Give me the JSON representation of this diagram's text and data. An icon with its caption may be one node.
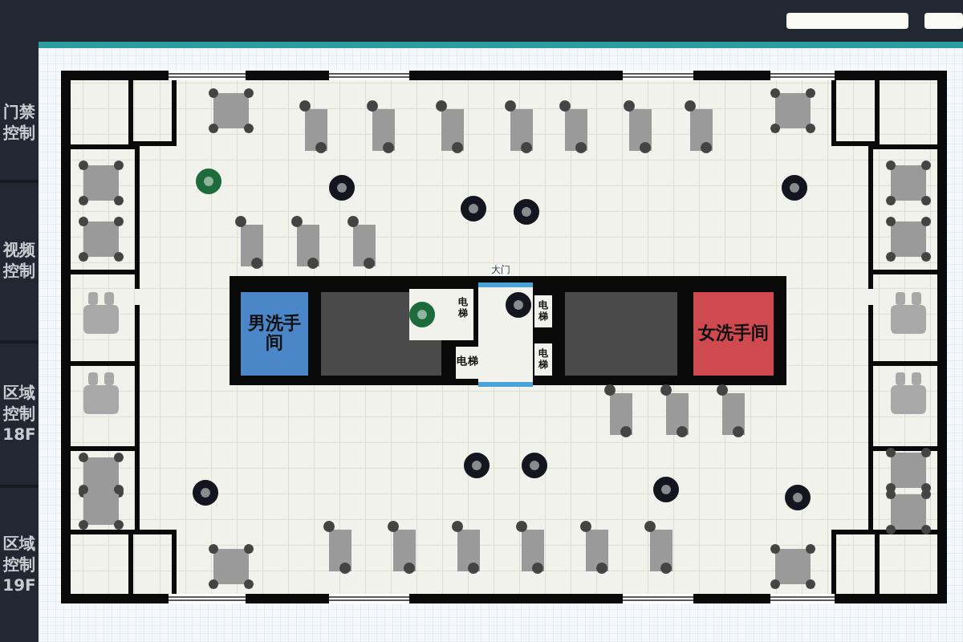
{
  "diagram": {
    "nodes": [
      {
        "text": [
          "门禁控制"
        ]
      },
      {
        "text": [
          "视频控制"
        ]
      },
      {
        "text": [
          "区域控制18F"
        ]
      },
      {
        "text": [
          "区域控制19F"
        ]
      },
      {
        "text": [
          "男洗手间"
        ]
      },
      {
        "text": [
          "电梯"
        ]
      },
      {
        "text": [
          "电梯"
        ]
      },
      {
        "text": [
          "电梯"
        ]
      },
      {
        "text": [
          "电梯"
        ]
      },
      {
        "text": [
          "女洗手间"
        ]
      }
    ],
    "edges": [],
    "labels": [
      "大门"
    ]
  }
}
